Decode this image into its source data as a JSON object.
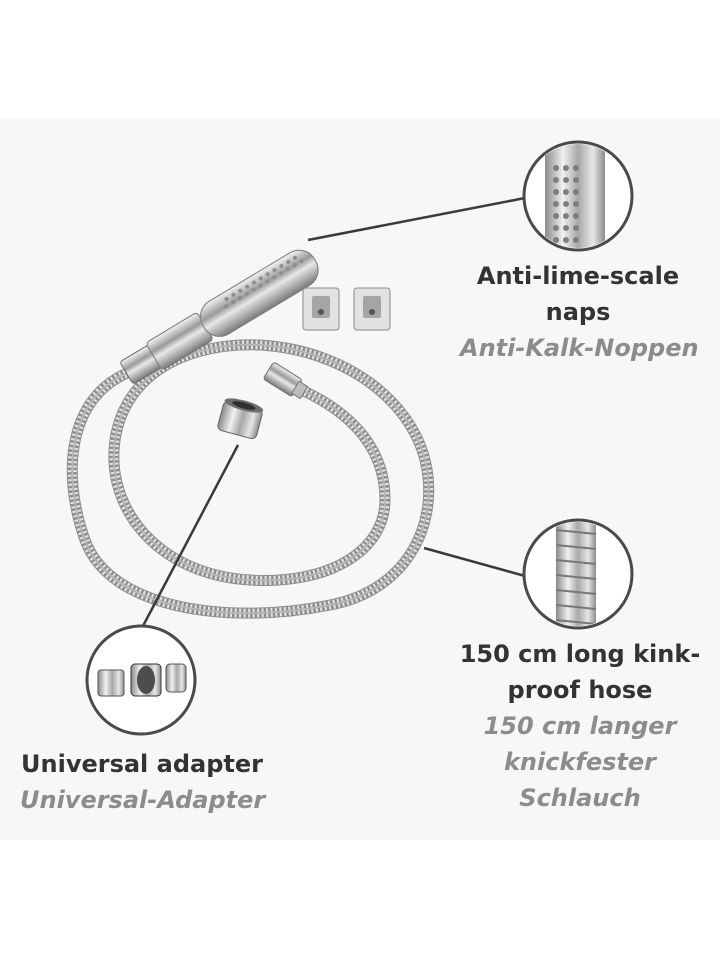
{
  "callouts": {
    "nozzles": {
      "en_line1": "Anti-lime-scale",
      "en_line2": "naps",
      "de_line1": "Anti-Kalk-Noppen"
    },
    "hose": {
      "en_line1": "150 cm long kink-",
      "en_line2": "proof hose",
      "de_line1": "150 cm langer",
      "de_line2": "knickfester",
      "de_line3": "Schlauch"
    },
    "adapter": {
      "en_line1": "Universal adapter",
      "de_line1": "Universal-Adapter"
    }
  },
  "colors": {
    "text_primary": "#333333",
    "text_secondary": "#8c8c8c",
    "callout_line": "#3a3a3a",
    "chrome": "#c9c9c9"
  }
}
